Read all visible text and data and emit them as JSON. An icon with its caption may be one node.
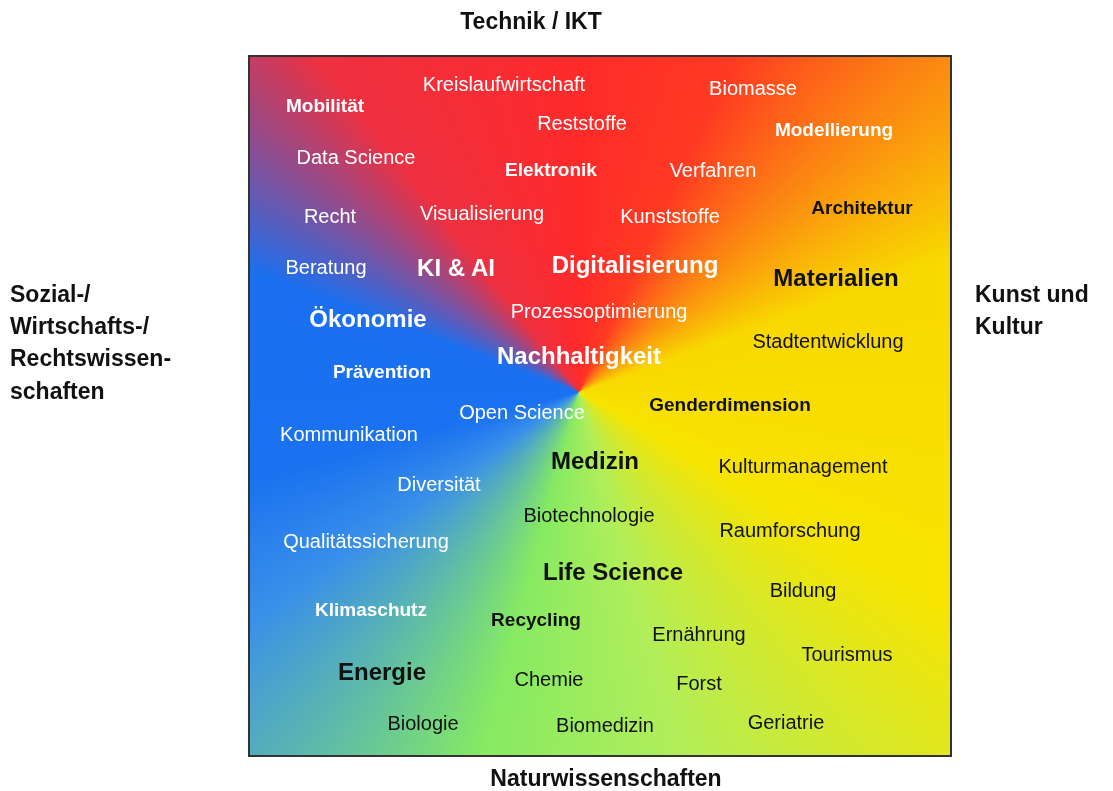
{
  "diagram": {
    "nodes": [
      {
        "text": [
          "Kreislaufwirtschaft",
          "Biomasse",
          "Mobilität",
          "Reststoffe",
          "Modellierung",
          "Data Science",
          "Elektronik",
          "Verfahren",
          "Recht",
          "Visualisierung",
          "Kunststoffe",
          "Architektur",
          "Beratung",
          "KI & AI",
          "Digitalisierung",
          "Materialien",
          "Ökonomie",
          "Prozessoptimierung",
          "Stadtentwicklung",
          "Nachhaltigkeit",
          "Prävention",
          "Genderdimension",
          "Open Science",
          "Kommunikation",
          "Medizin",
          "Kulturmanagement",
          "Diversität",
          "Biotechnologie",
          "Raumforschung",
          "Qualitätssicherung",
          "Life Science",
          "Bildung",
          "Klimaschutz",
          "Recycling",
          "Ernährung",
          "Tourismus",
          "Energie",
          "Chemie",
          "Forst",
          "Biologie",
          "Biomedizin",
          "Geriatrie"
        ]
      }
    ],
    "labels": [
      "Technik / IKT",
      "Sozial-/ Wirtschafts-/ Rechtswissen- schaften",
      "Kunst und Kultur",
      "Naturwissenschaften"
    ]
  }
}
